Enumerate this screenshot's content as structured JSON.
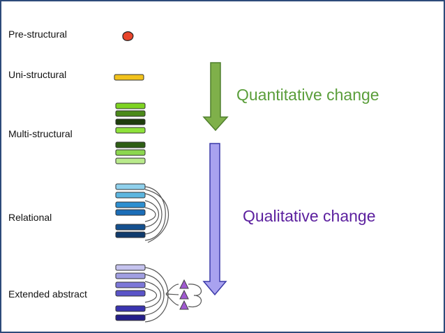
{
  "levels": [
    {
      "label": "Pre-structural"
    },
    {
      "label": "Uni-structural"
    },
    {
      "label": "Multi-structural"
    },
    {
      "label": "Relational"
    },
    {
      "label": "Extended abstract"
    }
  ],
  "changes": {
    "quantitative": {
      "label": "Quantitative change",
      "color": "#5a9e3a",
      "arrow_color": "#7fb04a"
    },
    "qualitative": {
      "label": "Qualitative change",
      "color": "#5b1f9e",
      "arrow_color": "#a9a2ef"
    }
  },
  "colors": {
    "border": "#2d4a7a",
    "pre_blob": "#e8452c",
    "uni_bar": "#f2c21c",
    "multi_bars": [
      "#7ed321",
      "#4b8a1a",
      "#1e3d0c",
      "#8ee23a",
      "#2e5e14",
      "#8cd64f",
      "#b9ea8c"
    ],
    "relational_bars": [
      "#8fd0ec",
      "#5cb6e0",
      "#2d8fd0",
      "#1b6eb8",
      "#14508f",
      "#0f3a6c"
    ],
    "extended_bars": [
      "#c5c3ee",
      "#a19fe2",
      "#7c77d8",
      "#5a54c8",
      "#3a34b0",
      "#241f8a"
    ],
    "triangles": "#a05ad0"
  },
  "icons": [
    "pre-structural-blob",
    "uni-structural-bar",
    "multi-structural-bars",
    "relational-bars",
    "extended-abstract-bars",
    "extended-abstract-triangles",
    "quantitative-arrow",
    "qualitative-arrow"
  ]
}
